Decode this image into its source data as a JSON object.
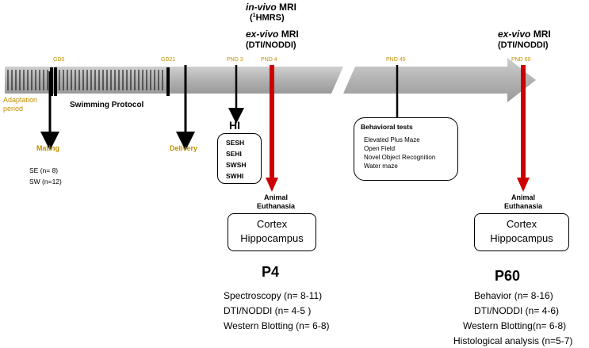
{
  "colors": {
    "timeline_fill": "#b2b2b2",
    "gold_label": "#c09000",
    "red_arrow": "#cc0000",
    "black": "#000000"
  },
  "top": {
    "invivo_italic": "in-vivo",
    "invivo_mri": " MRI",
    "hmrs_open": "(",
    "hmrs_sup": "1",
    "hmrs_rest": "HMRS)",
    "exvivo_italic_1": "ex-vivo",
    "exvivo_mri_1": " MRI",
    "dti_1": "(DTI/NODDI)",
    "exvivo_italic_2": "ex-vivo",
    "exvivo_mri_2": " MRI",
    "dti_2": "(DTI/NODDI)"
  },
  "timeline": {
    "gd0": "GD0",
    "gd21": "GD21",
    "pnd3": "PND 3",
    "pnd4": "PND 4",
    "pnd45": "PND 45",
    "pnd60": "PND 60",
    "adaptation": "Adaptation\nperiod",
    "swimming": "Swimming Protocol"
  },
  "mating": {
    "label": "Mating",
    "se": "SE (n= 8)",
    "sw": "SW (n=12)"
  },
  "delivery": "Delivery",
  "hi": {
    "title": "HI",
    "groups": [
      "SESH",
      "SEHI",
      "SWSH",
      "SWHI"
    ]
  },
  "behavioral": {
    "title": "Behavioral tests",
    "items": [
      "Elevated Plus Maze",
      "Open Field",
      "Novel Object Recognition",
      "Water maze"
    ]
  },
  "p4": {
    "euthanasia": "Animal\nEuthanasia",
    "region1": "Cortex",
    "region2": "Hippocampus",
    "label": "P4",
    "analyses": [
      "Spectroscopy (n= 8-11)",
      "DTI/NODDI (n= 4-5 )",
      "Western Blotting (n= 6-8)"
    ]
  },
  "p60": {
    "euthanasia": "Animal\nEuthanasia",
    "region1": "Cortex",
    "region2": "Hippocampus",
    "label": "P60",
    "analyses": [
      "Behavior (n= 8-16)",
      "DTI/NODDI (n= 4-6)",
      "Western  Blotting(n= 6-8)",
      "Histological analysis (n=5-7)"
    ]
  }
}
